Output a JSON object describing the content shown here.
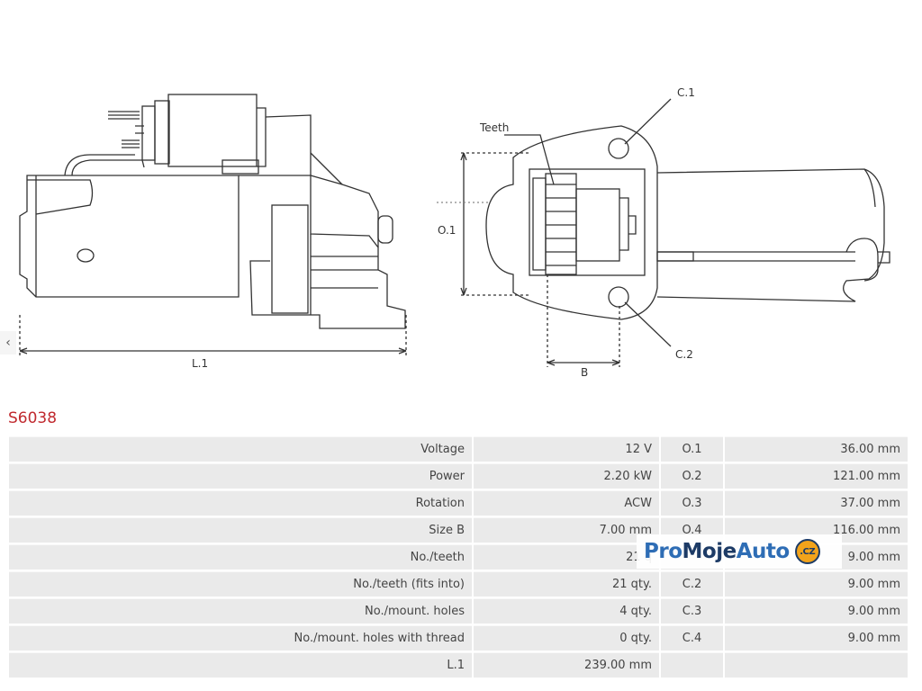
{
  "drawing": {
    "labels": {
      "l1": "L.1",
      "o1": "O.1",
      "b": "B",
      "teeth": "Teeth",
      "c1": "C.1",
      "c2": "C.2"
    }
  },
  "nav": {
    "prev_icon": "chevron-left-icon",
    "prev_glyph": "‹"
  },
  "product": {
    "code": "S6038"
  },
  "specs": {
    "rows": [
      {
        "k1": "Voltage",
        "v1": "12 V",
        "k2": "O.1",
        "v2": "36.00 mm"
      },
      {
        "k1": "Power",
        "v1": "2.20 kW",
        "k2": "O.2",
        "v2": "121.00 mm"
      },
      {
        "k1": "Rotation",
        "v1": "ACW",
        "k2": "O.3",
        "v2": "37.00 mm"
      },
      {
        "k1": "Size B",
        "v1": "7.00 mm",
        "k2": "O.4",
        "v2": "116.00 mm"
      },
      {
        "k1": "No./teeth",
        "v1": "21 q",
        "k2": "",
        "v2": "9.00 mm"
      },
      {
        "k1": "No./teeth (fits into)",
        "v1": "21 qty.",
        "k2": "C.2",
        "v2": "9.00 mm"
      },
      {
        "k1": "No./mount. holes",
        "v1": "4 qty.",
        "k2": "C.3",
        "v2": "9.00 mm"
      },
      {
        "k1": "No./mount. holes with thread",
        "v1": "0 qty.",
        "k2": "C.4",
        "v2": "9.00 mm"
      },
      {
        "k1": "L.1",
        "v1": "239.00 mm",
        "k2": "",
        "v2": ""
      }
    ]
  },
  "logo": {
    "pro": "Pro",
    "moje": "Moje",
    "auto": "Auto",
    "cz": ".CZ"
  },
  "colors": {
    "accent": "#c0292e",
    "cell_bg": "#eaeaea",
    "logo_blue": "#2e6db5",
    "logo_orange": "#f2a31b"
  }
}
